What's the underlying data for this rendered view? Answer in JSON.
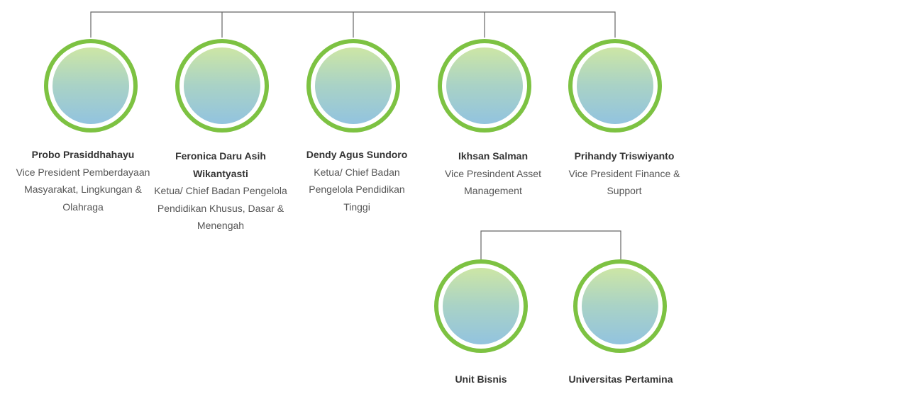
{
  "org_chart": {
    "top_row": [
      {
        "name": "Probo Prasiddhahayu",
        "role": "Vice President Pemberdayaan Masyarakat, Lingkungan & Olahraga"
      },
      {
        "name": "Feronica Daru Asih Wikantyasti",
        "role": "Ketua/ Chief Badan Pengelola Pendidikan Khusus, Dasar & Menengah"
      },
      {
        "name": "Dendy Agus Sundoro",
        "role": "Ketua/ Chief Badan Pengelola Pendidikan Tinggi"
      },
      {
        "name": "Ikhsan Salman",
        "role": "Vice Presindent Asset Management"
      },
      {
        "name": "Prihandy Triswiyanto",
        "role": "Vice President Finance & Support"
      }
    ],
    "bottom_row": [
      {
        "name": "Unit Bisnis",
        "role": ""
      },
      {
        "name": "Universitas Pertamina",
        "role": ""
      }
    ]
  },
  "colors": {
    "ring": "#7dc242",
    "connector": "#666666",
    "photo_top": "#cde6a5",
    "photo_bottom": "#92c3df"
  }
}
